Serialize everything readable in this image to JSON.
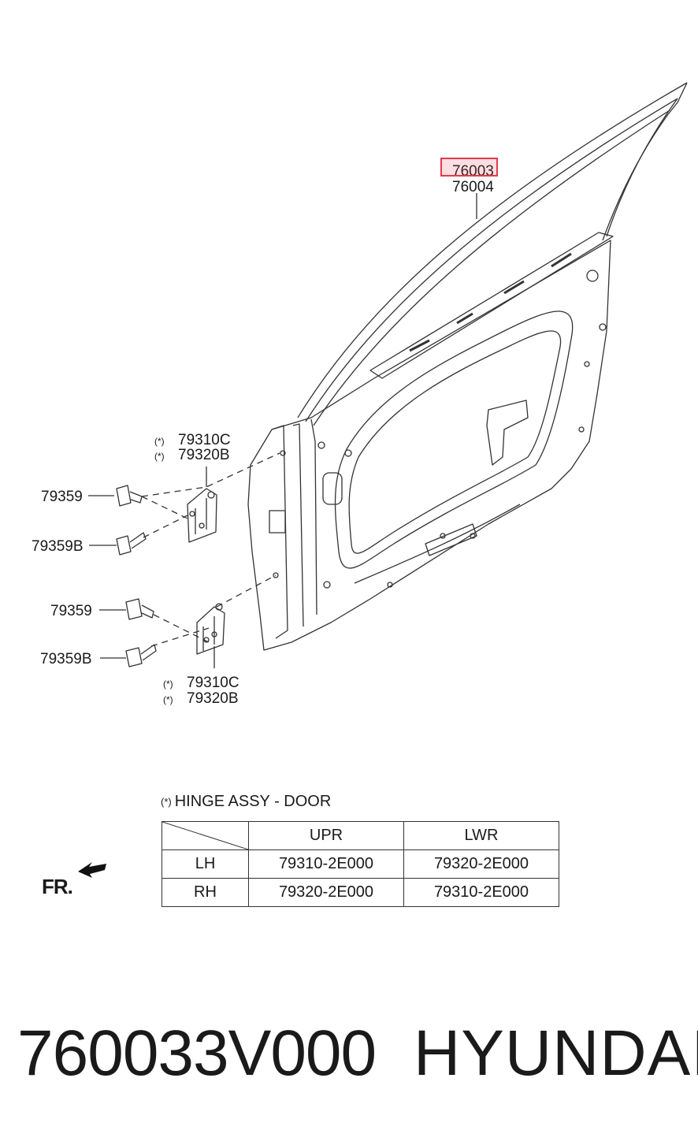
{
  "callouts": {
    "panel_main": "76003",
    "panel_alt": "76004",
    "hinge_upper_a": "79310C",
    "hinge_upper_b": "79320B",
    "bolt_upper_a": "79359",
    "bolt_upper_b": "79359B",
    "bolt_lower_a": "79359",
    "bolt_lower_b": "79359B",
    "hinge_lower_a": "79310C",
    "hinge_lower_b": "79320B",
    "asterisk_mark": "(*)"
  },
  "legend": {
    "title": "HINGE ASSY - DOOR",
    "columns": [
      "UPR",
      "LWR"
    ],
    "rows": [
      {
        "side": "LH",
        "upr": "79310-2E000",
        "lwr": "79320-2E000"
      },
      {
        "side": "RH",
        "upr": "79320-2E000",
        "lwr": "79310-2E000"
      }
    ]
  },
  "direction_label": "FR.",
  "footer": {
    "part_number": "760033V000",
    "brand": "HYUNDAI"
  },
  "colors": {
    "highlight_border": "#e23a4a",
    "highlight_fill": "#f4b8c0",
    "line": "#333333"
  }
}
